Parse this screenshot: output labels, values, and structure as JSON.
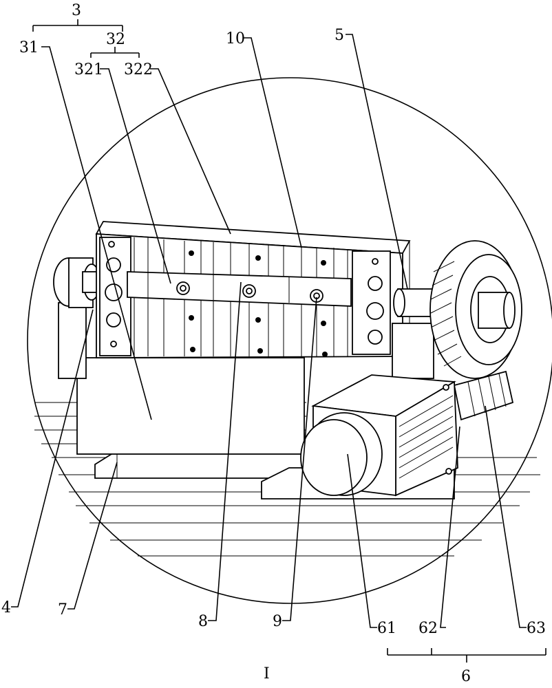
{
  "labels": {
    "l3": "3",
    "l31": "31",
    "l32": "32",
    "l321": "321",
    "l322": "322",
    "l10": "10",
    "l5": "5",
    "l4": "4",
    "l7": "7",
    "l8": "8",
    "l9": "9",
    "l61": "61",
    "l62": "62",
    "l63": "63",
    "l6": "6",
    "detail": "I"
  }
}
